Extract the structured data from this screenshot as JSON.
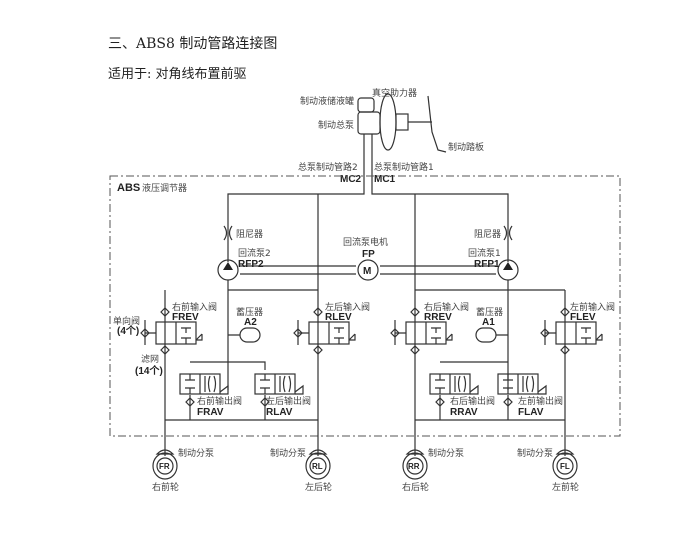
{
  "title": "三、ABS8 制动管路连接图",
  "subtitle": "适用于: 对角线布置前驱",
  "diagram": {
    "reservoir": "制动液储液罐",
    "booster": "真空助力器",
    "master_cylinder": "制动总泵",
    "pedal": "制动踏板",
    "line2": "总泵制动管路2",
    "line1": "总泵制动管路1",
    "mc2": "MC2",
    "mc1": "MC1",
    "abs_prefix": "ABS",
    "abs_title": "液压调节器",
    "damper": "阻尼器",
    "pump2": "回流泵2",
    "rfp2": "RFP2",
    "pump1": "回流泵1",
    "rfp1": "RFP1",
    "motor": "回流泵电机",
    "fp": "FP",
    "motor_symbol": "M",
    "check_valve": "单向阀",
    "check_count": "(4个)",
    "filter": "滤网",
    "filter_count": "(14个)",
    "accumulator": "蓄压器",
    "a2": "A2",
    "a1": "A1",
    "inlet_valves": [
      {
        "cn": "右前输入阀",
        "code": "FREV"
      },
      {
        "cn": "左后输入阀",
        "code": "RLEV"
      },
      {
        "cn": "右后输入阀",
        "code": "RREV"
      },
      {
        "cn": "左前输入阀",
        "code": "FLEV"
      }
    ],
    "outlet_valves": [
      {
        "cn": "右前输出阀",
        "code": "FRAV"
      },
      {
        "cn": "左后输出阀",
        "code": "RLAV"
      },
      {
        "cn": "右后输出阀",
        "code": "RRAV"
      },
      {
        "cn": "左前输出阀",
        "code": "FLAV"
      }
    ],
    "wheel_cylinder": "制动分泵",
    "wheels": [
      {
        "code": "FR",
        "cn": "右前轮"
      },
      {
        "code": "RL",
        "cn": "左后轮"
      },
      {
        "code": "RR",
        "cn": "右后轮"
      },
      {
        "code": "FL",
        "cn": "左前轮"
      }
    ]
  }
}
